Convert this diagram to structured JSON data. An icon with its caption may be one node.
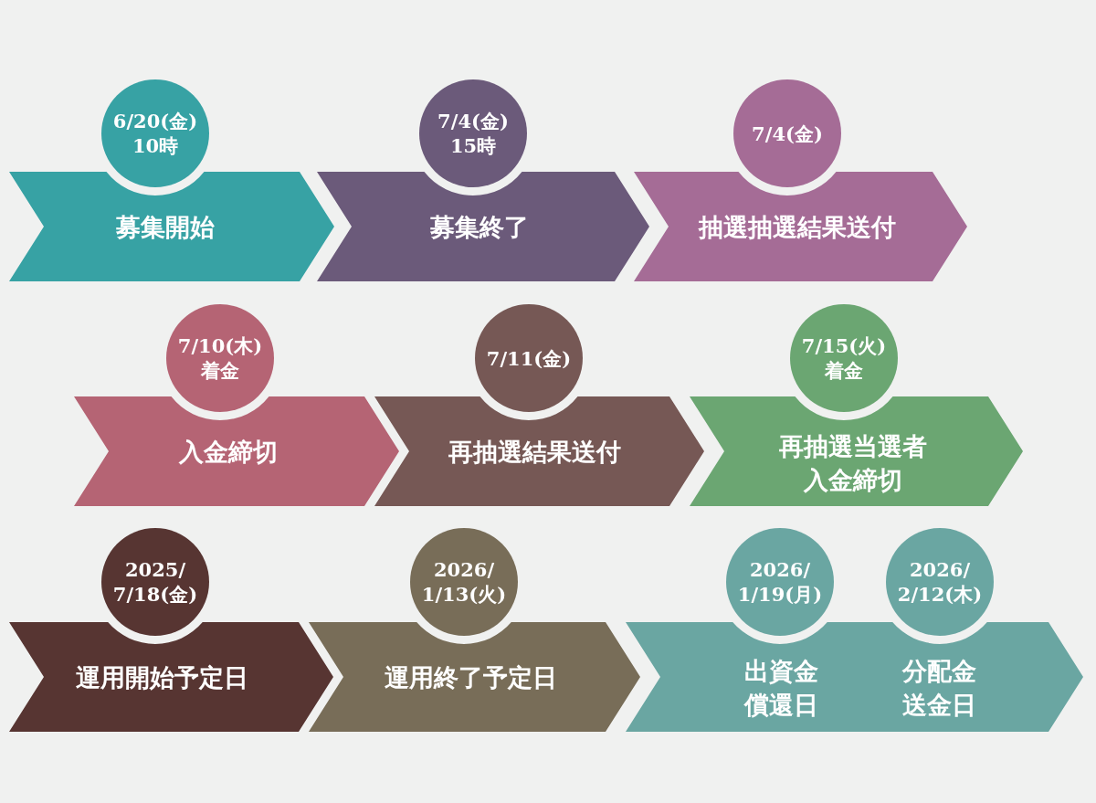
{
  "diagram": {
    "nodes": [
      {
        "text": [
          "6/20(金) 10時"
        ]
      },
      {
        "text": [
          "募集開始"
        ]
      },
      {
        "text": [
          "7/4(金) 15時"
        ]
      },
      {
        "text": [
          "募集終了"
        ]
      },
      {
        "text": [
          "7/4(金)"
        ]
      },
      {
        "text": [
          "抽選抽選結果送付"
        ]
      },
      {
        "text": [
          "7/10(木)着金"
        ]
      },
      {
        "text": [
          "入金締切"
        ]
      },
      {
        "text": [
          "7/11(金)"
        ]
      },
      {
        "text": [
          "再抽選結果送付"
        ]
      },
      {
        "text": [
          "7/15(火)着金"
        ]
      },
      {
        "text": [
          "再抽選当選者入金締切"
        ]
      },
      {
        "text": [
          "2025/ 7/18(金)"
        ]
      },
      {
        "text": [
          "運用開始予定日"
        ]
      },
      {
        "text": [
          "2026/ 1/13(火)"
        ]
      },
      {
        "text": [
          "運用終了予定日"
        ]
      },
      {
        "text": [
          "2026/ 1/19(月)"
        ]
      },
      {
        "text": [
          "2026/ 2/12(木)"
        ]
      },
      {
        "text": [
          "出資金償還日",
          "分配金送金日"
        ]
      }
    ]
  }
}
